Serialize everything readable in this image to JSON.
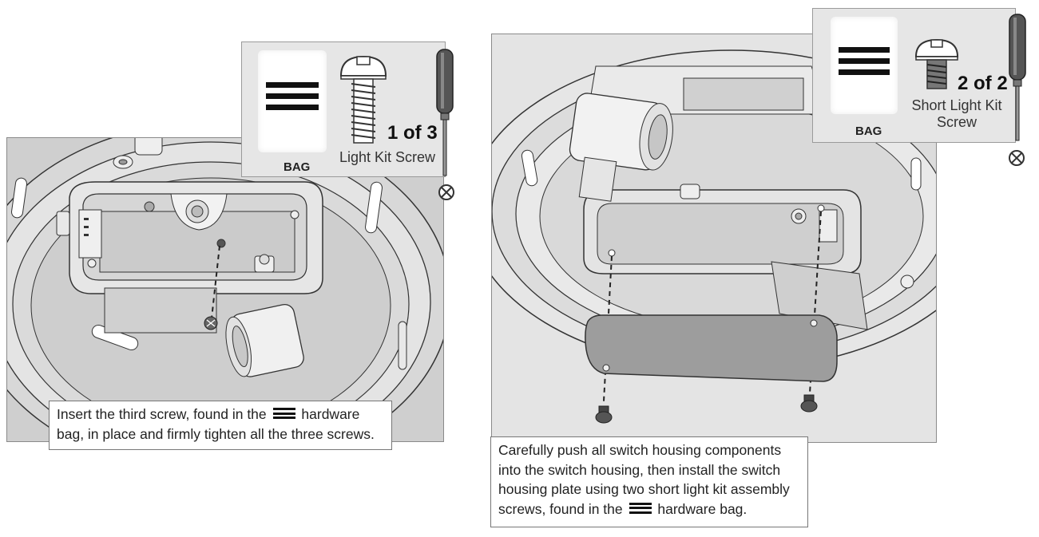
{
  "left_step": {
    "hardware": {
      "bag_label": "BAG",
      "count": "1 of 3",
      "screw_name": "Light Kit Screw",
      "icons": [
        "hardware-bag-icon",
        "screw-icon",
        "screwdriver-icon",
        "tighten-clockwise-icon"
      ]
    },
    "caption": {
      "before": "Insert the third screw, found in the",
      "after": "hardware bag, in place and firmly tighten all the three screws."
    }
  },
  "right_step": {
    "hardware": {
      "bag_label": "BAG",
      "count": "2 of 2",
      "screw_name": "Short Light Kit Screw",
      "icons": [
        "hardware-bag-icon",
        "short-screw-icon",
        "screwdriver-icon",
        "tighten-clockwise-icon"
      ]
    },
    "caption": {
      "before": "Carefully push all switch housing components into the switch housing, then install the switch housing plate using two short light kit assembly screws, found in the",
      "after": "hardware bag."
    }
  },
  "colors": {
    "line_art": "#333333",
    "fill_light": "#eeeeee",
    "fill_mid": "#cfcfcf",
    "plate": "#9d9d9d",
    "handle": "#555555"
  }
}
